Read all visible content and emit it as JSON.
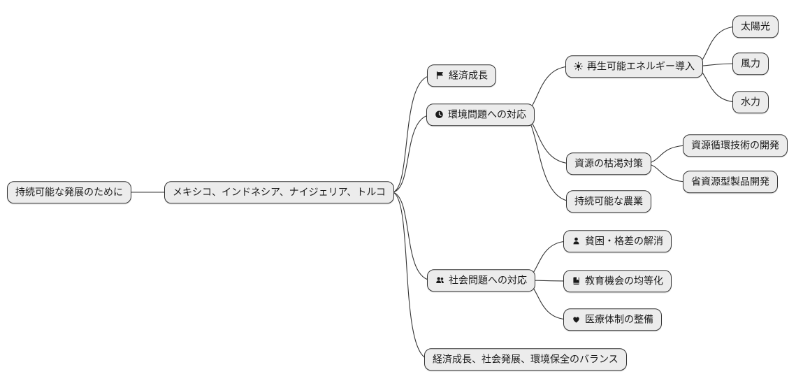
{
  "diagram": {
    "type": "mindmap",
    "title_node": "持続可能な発展のために",
    "theme": {
      "node_fill": "#ececec",
      "node_border": "#333333",
      "text_color": "#1a1a1a",
      "line_color": "#333333",
      "background": "#ffffff"
    }
  },
  "nodes": {
    "root": {
      "label": "持続可能な発展のために",
      "icon": null
    },
    "countries": {
      "label": "メキシコ、インドネシア、ナイジェリア、トルコ",
      "icon": null
    },
    "economic_growth": {
      "label": "経済成長",
      "icon": "flag-icon"
    },
    "environment": {
      "label": "環境問題への対応",
      "icon": "clock-icon"
    },
    "renewable": {
      "label": "再生可能エネルギー導入",
      "icon": "sun-icon"
    },
    "solar": {
      "label": "太陽光",
      "icon": null
    },
    "wind": {
      "label": "風力",
      "icon": null
    },
    "hydro": {
      "label": "水力",
      "icon": null
    },
    "resource_depletion": {
      "label": "資源の枯渇対策",
      "icon": null
    },
    "recycling_tech": {
      "label": "資源循環技術の開発",
      "icon": null
    },
    "resource_saving": {
      "label": "省資源型製品開発",
      "icon": null
    },
    "agriculture": {
      "label": "持続可能な農業",
      "icon": null
    },
    "social": {
      "label": "社会問題への対応",
      "icon": "users-icon"
    },
    "poverty": {
      "label": "貧困・格差の解消",
      "icon": "user-icon"
    },
    "education": {
      "label": "教育機会の均等化",
      "icon": "book-icon"
    },
    "healthcare": {
      "label": "医療体制の整備",
      "icon": "heart-icon"
    },
    "balance": {
      "label": "経済成長、社会発展、環境保全のバランス",
      "icon": null
    }
  },
  "hierarchy": [
    {
      "from": "root",
      "to": "countries"
    },
    {
      "from": "countries",
      "to": "economic_growth"
    },
    {
      "from": "countries",
      "to": "environment"
    },
    {
      "from": "countries",
      "to": "social"
    },
    {
      "from": "countries",
      "to": "balance"
    },
    {
      "from": "environment",
      "to": "renewable"
    },
    {
      "from": "environment",
      "to": "resource_depletion"
    },
    {
      "from": "environment",
      "to": "agriculture"
    },
    {
      "from": "renewable",
      "to": "solar"
    },
    {
      "from": "renewable",
      "to": "wind"
    },
    {
      "from": "renewable",
      "to": "hydro"
    },
    {
      "from": "resource_depletion",
      "to": "recycling_tech"
    },
    {
      "from": "resource_depletion",
      "to": "resource_saving"
    },
    {
      "from": "social",
      "to": "poverty"
    },
    {
      "from": "social",
      "to": "education"
    },
    {
      "from": "social",
      "to": "healthcare"
    }
  ]
}
